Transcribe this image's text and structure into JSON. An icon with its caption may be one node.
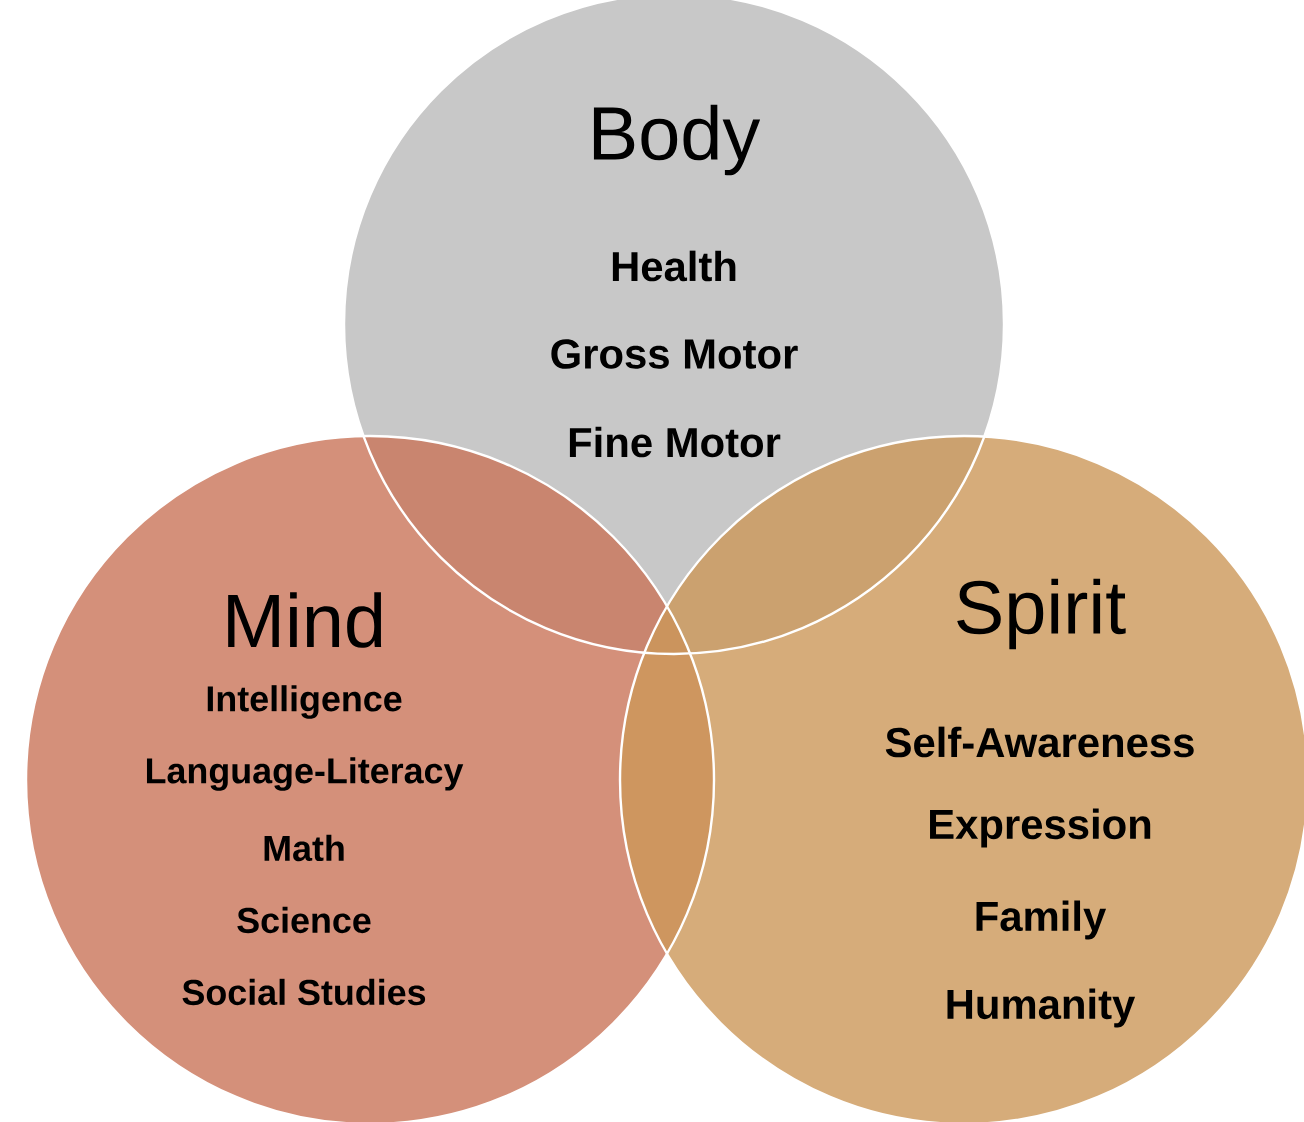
{
  "diagram": {
    "nodes": [
      {
        "text": [
          "Body",
          "Health",
          "Gross Motor",
          "Fine Motor"
        ]
      },
      {
        "text": [
          "Mind",
          "Intelligence",
          "Language-Literacy",
          "Math",
          "Science",
          "Social Studies"
        ]
      },
      {
        "text": [
          "Spirit",
          "Self-Awareness",
          "Expression",
          "Family",
          "Humanity"
        ]
      }
    ]
  }
}
